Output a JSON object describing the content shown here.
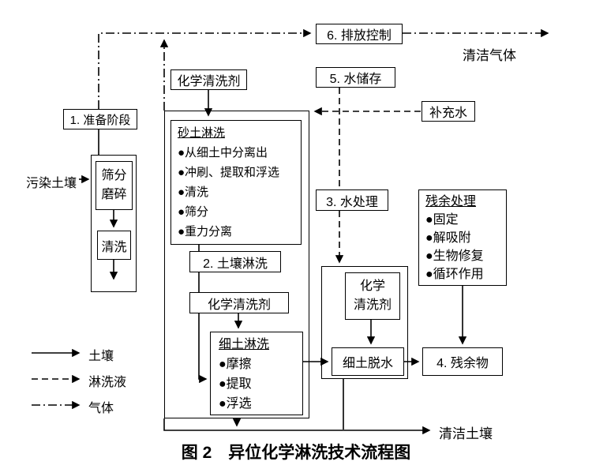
{
  "figure": {
    "caption": "图 2　异位化学淋洗技术流程图"
  },
  "nodes": {
    "emission_control": "6. 排放控制",
    "clean_gas": "清洁气体",
    "chem_agent_top": "化学清洗剂",
    "water_storage": "5. 水储存",
    "makeup_water": "补充水",
    "prep_stage": "1. 准备阶段",
    "contaminated_soil": "污染土壤",
    "screen_grind": [
      "筛分",
      "磨碎"
    ],
    "rinse": "清洗",
    "sand_wash": {
      "title": "砂土淋洗",
      "items": [
        "●从细土中分离出",
        "●冲刷、提取和浮选",
        "●清洗",
        "●筛分",
        "●重力分离"
      ]
    },
    "soil_wash": "2. 土壤淋洗",
    "chem_agent_mid": "化学清洗剂",
    "fine_wash": {
      "title": "细土淋洗",
      "items": [
        "●摩擦",
        "●提取",
        "●浮选"
      ]
    },
    "water_treatment": "3. 水处理",
    "chem_agent_side": [
      "化学",
      "清洗剂"
    ],
    "fine_dewater": "细土脱水",
    "residual_treatment": {
      "title": "残余处理",
      "items": [
        "●固定",
        "●解吸附",
        "●生物修复",
        "●循环作用"
      ]
    },
    "residue": "4. 残余物",
    "clean_soil": "清洁土壤"
  },
  "legend": {
    "soil": {
      "style": "solid",
      "label": "土壤"
    },
    "leachate": {
      "style": "dashed",
      "label": "淋洗液"
    },
    "gas": {
      "style": "dash-dot",
      "label": "气体"
    }
  },
  "colors": {
    "line": "#000000",
    "background": "#ffffff"
  }
}
